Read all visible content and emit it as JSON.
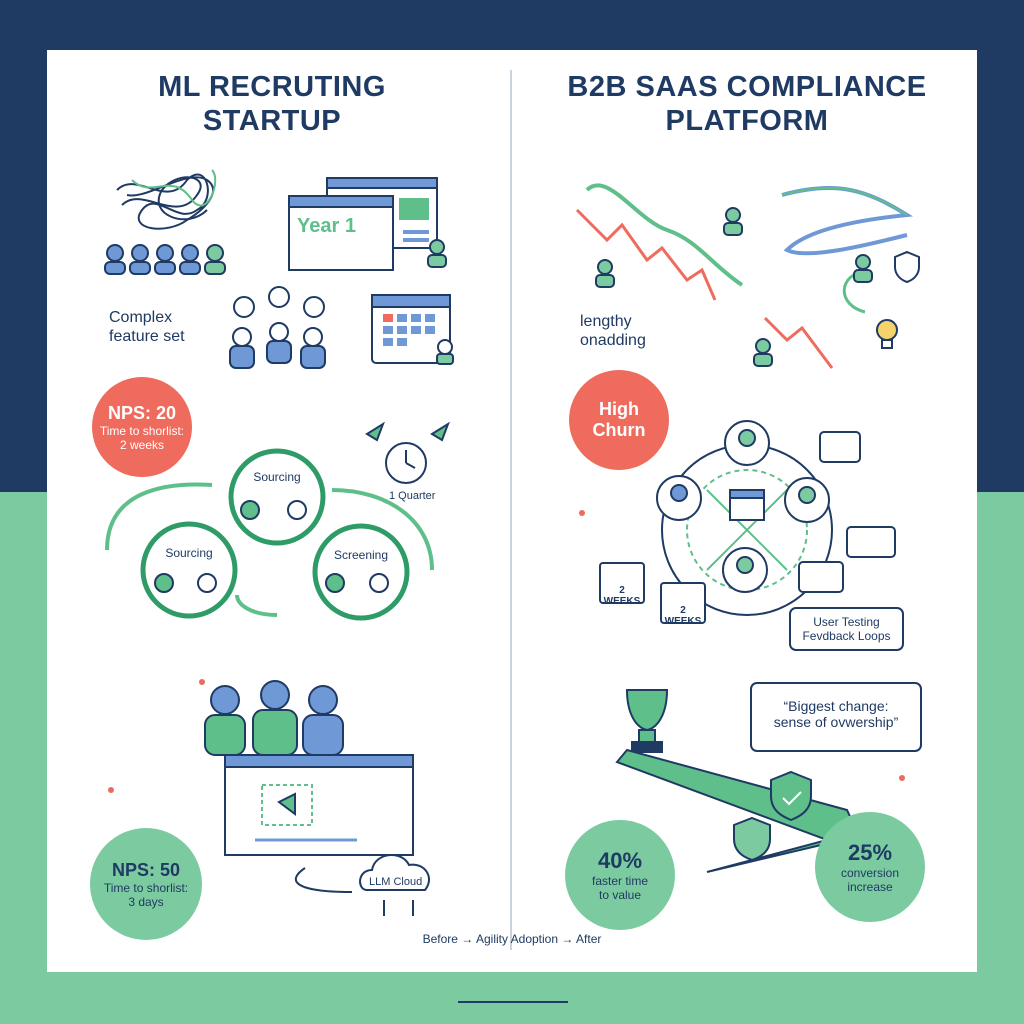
{
  "left": {
    "title_line1": "ML RECRUTING",
    "title_line2": "STARTUP",
    "feature_label_line1": "Complex",
    "feature_label_line2": "feature set",
    "year_label": "Year 1",
    "before_badge": {
      "line1": "NPS: 20",
      "line2": "Time to shorlist:",
      "line3": "2 weeks"
    },
    "quarter_label": "1 Quarter",
    "cycle": {
      "top": "Sourcing",
      "left": "Sourcing",
      "right": "Screening"
    },
    "after_badge": {
      "line1": "NPS: 50",
      "line2": "Time to shorlist:",
      "line3": "3 days"
    },
    "cloud_label": "LLM Cloud"
  },
  "right": {
    "title_line1": "B2B SAAS COMPLIANCE",
    "title_line2": "PLATFORM",
    "onboarding_line1": "lengthy",
    "onboarding_line2": "onadding",
    "churn_badge": {
      "line1": "High",
      "line2": "Churn"
    },
    "weeks_1": "2 WEEKS",
    "weeks_2": "2 WEEKS",
    "testing_line1": "User Testing",
    "testing_line2": "Fevdback Loops",
    "quote_line1": "“Biggest change:",
    "quote_line2": "sense of ovwership”",
    "stat_1": {
      "value": "40%",
      "line1": "faster time",
      "line2": "to value"
    },
    "stat_2": {
      "value": "25%",
      "line1": "conversion",
      "line2": "increase"
    }
  },
  "footer": {
    "caption": "Before → Agility Adoption → After"
  },
  "colors": {
    "navy": "#1f3a63",
    "green": "#5fbf8a",
    "coral": "#ee6b5d",
    "blue": "#5b86c9"
  }
}
